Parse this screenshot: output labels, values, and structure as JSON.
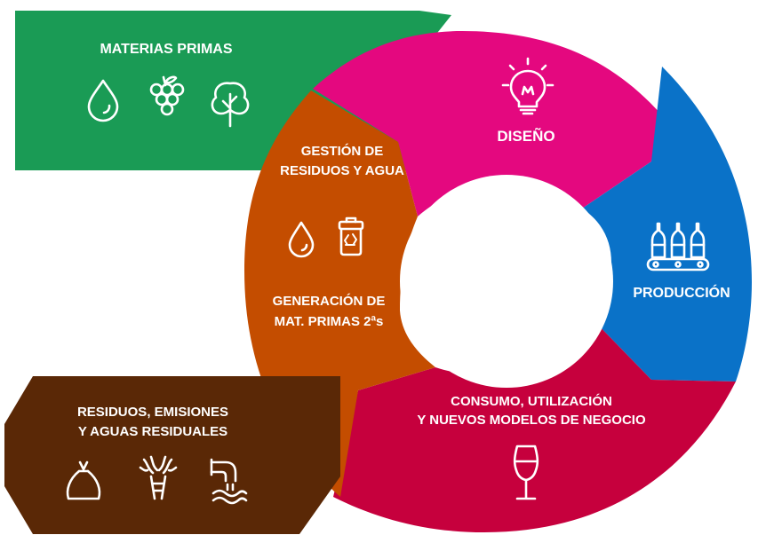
{
  "colors": {
    "materias": "#1a9b55",
    "diseno": "#e4087f",
    "produccion": "#0a72c8",
    "consumo": "#c6003d",
    "gestion": "#c44d00",
    "residuos": "#5a2806"
  },
  "materias_primas": {
    "title": "MATERIAS PRIMAS",
    "icons": [
      "water-drop-icon",
      "grapes-icon",
      "tree-icon"
    ]
  },
  "diseno": {
    "label": "DISEÑO",
    "icon": "lightbulb-icon"
  },
  "produccion": {
    "label": "PRODUCCIÓN",
    "icon": "bottles-conveyor-icon"
  },
  "consumo": {
    "line1": "CONSUMO, UTILIZACIÓN",
    "line2": "Y NUEVOS MODELOS DE NEGOCIO",
    "icon": "wine-glass-icon"
  },
  "gestion": {
    "line1": "GESTIÓN DE",
    "line2": "RESIDUOS Y AGUA",
    "line3": "GENERACIÓN DE",
    "line4": "MAT. PRIMAS  2ªs",
    "icons": [
      "water-drop-icon",
      "recycle-bin-icon"
    ]
  },
  "residuos": {
    "line1": "RESIDUOS, EMISIONES",
    "line2": "Y AGUAS RESIDUALES",
    "icons": [
      "trash-bag-icon",
      "chimney-emissions-icon",
      "wastewater-pipe-icon"
    ]
  }
}
